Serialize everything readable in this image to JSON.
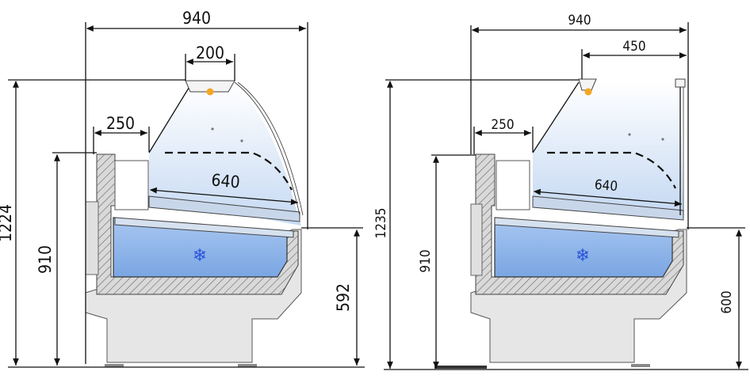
{
  "drawings": [
    {
      "id": "left",
      "dims": {
        "total_width": "940",
        "lamp_width": "200",
        "shelf_width": "250",
        "tub_width": "640",
        "total_height": "1224",
        "counter_height": "910",
        "tub_height": "592"
      }
    },
    {
      "id": "right",
      "dims": {
        "total_width": "940",
        "top_width": "450",
        "shelf_width": "250",
        "tub_width": "640",
        "total_height": "1235",
        "counter_height": "910",
        "tub_height": "600"
      }
    }
  ],
  "colors": {
    "tub_blue": "#8db4e8",
    "glass_blue": "#cfe0f5",
    "lamp": "#f5a623",
    "snow": "#2a55d8",
    "body_grey": "#e6e6e6"
  },
  "icons": [
    "lamp-icon",
    "snowflake-icon"
  ]
}
